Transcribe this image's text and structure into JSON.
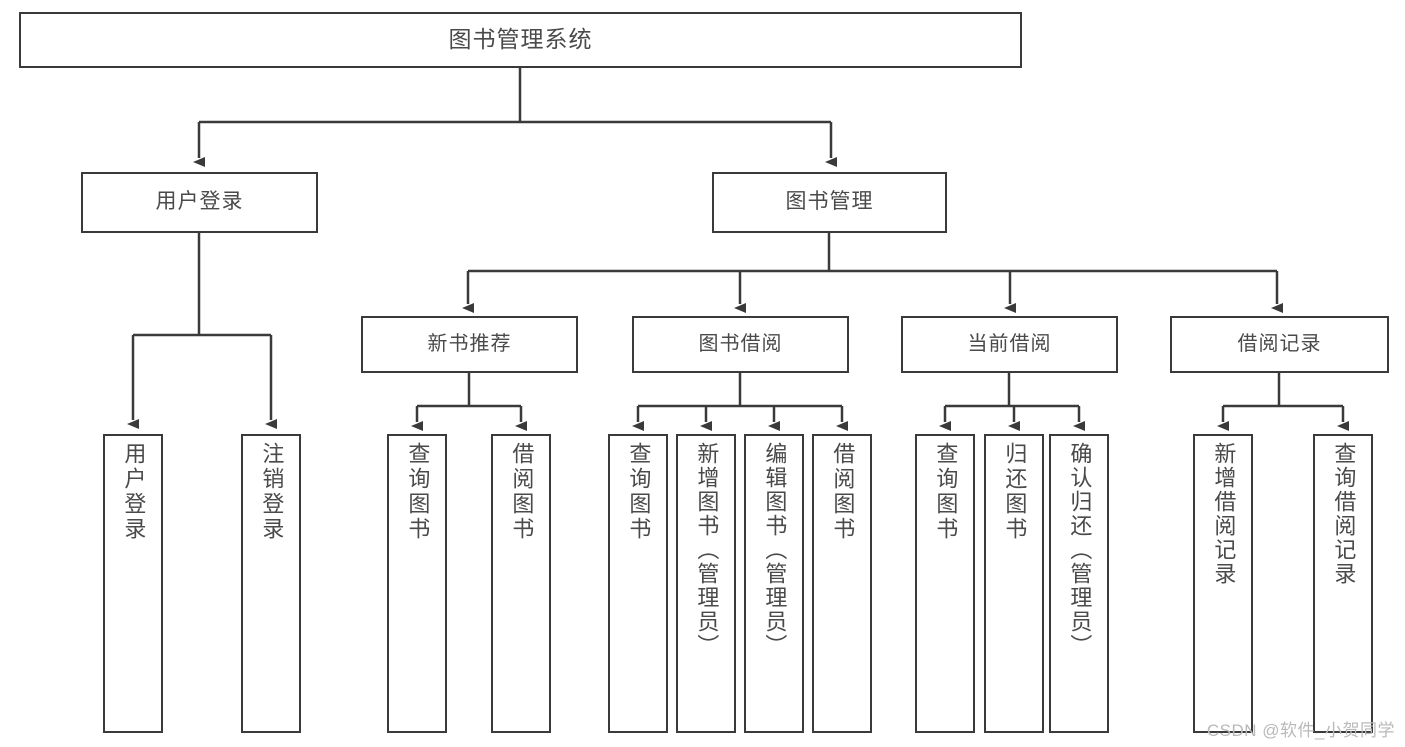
{
  "diagram": {
    "title": "图书管理系统",
    "watermark": "CSDN @软件_小贺同学",
    "nodes": {
      "root": "图书管理系统",
      "user_login": "用户登录",
      "book_manage": "图书管理",
      "new_book_rec": "新书推荐",
      "book_borrow": "图书借阅",
      "current_borrow": "当前借阅",
      "borrow_record": "借阅记录",
      "leaf_user_login": "用户登录",
      "leaf_user_logout": "注销登录",
      "leaf_rec_query_book": "查询图书",
      "leaf_rec_borrow_book": "借阅图书",
      "leaf_borrow_query_book": "查询图书",
      "leaf_borrow_add_book": "新增图书（管理员）",
      "leaf_borrow_edit_book": "编辑图书（管理员）",
      "leaf_borrow_borrow_book": "借阅图书",
      "leaf_cur_query_book": "查询图书",
      "leaf_cur_return_book": "归还图书",
      "leaf_cur_confirm_return": "确认归还（管理员）",
      "leaf_rec_add_record": "新增借阅记录",
      "leaf_rec_query_record": "查询借阅记录"
    },
    "colors": {
      "stroke": "#3a3a3a",
      "text": "#4a4a4a",
      "background": "#ffffff",
      "watermark": "#b9b9b9"
    }
  }
}
